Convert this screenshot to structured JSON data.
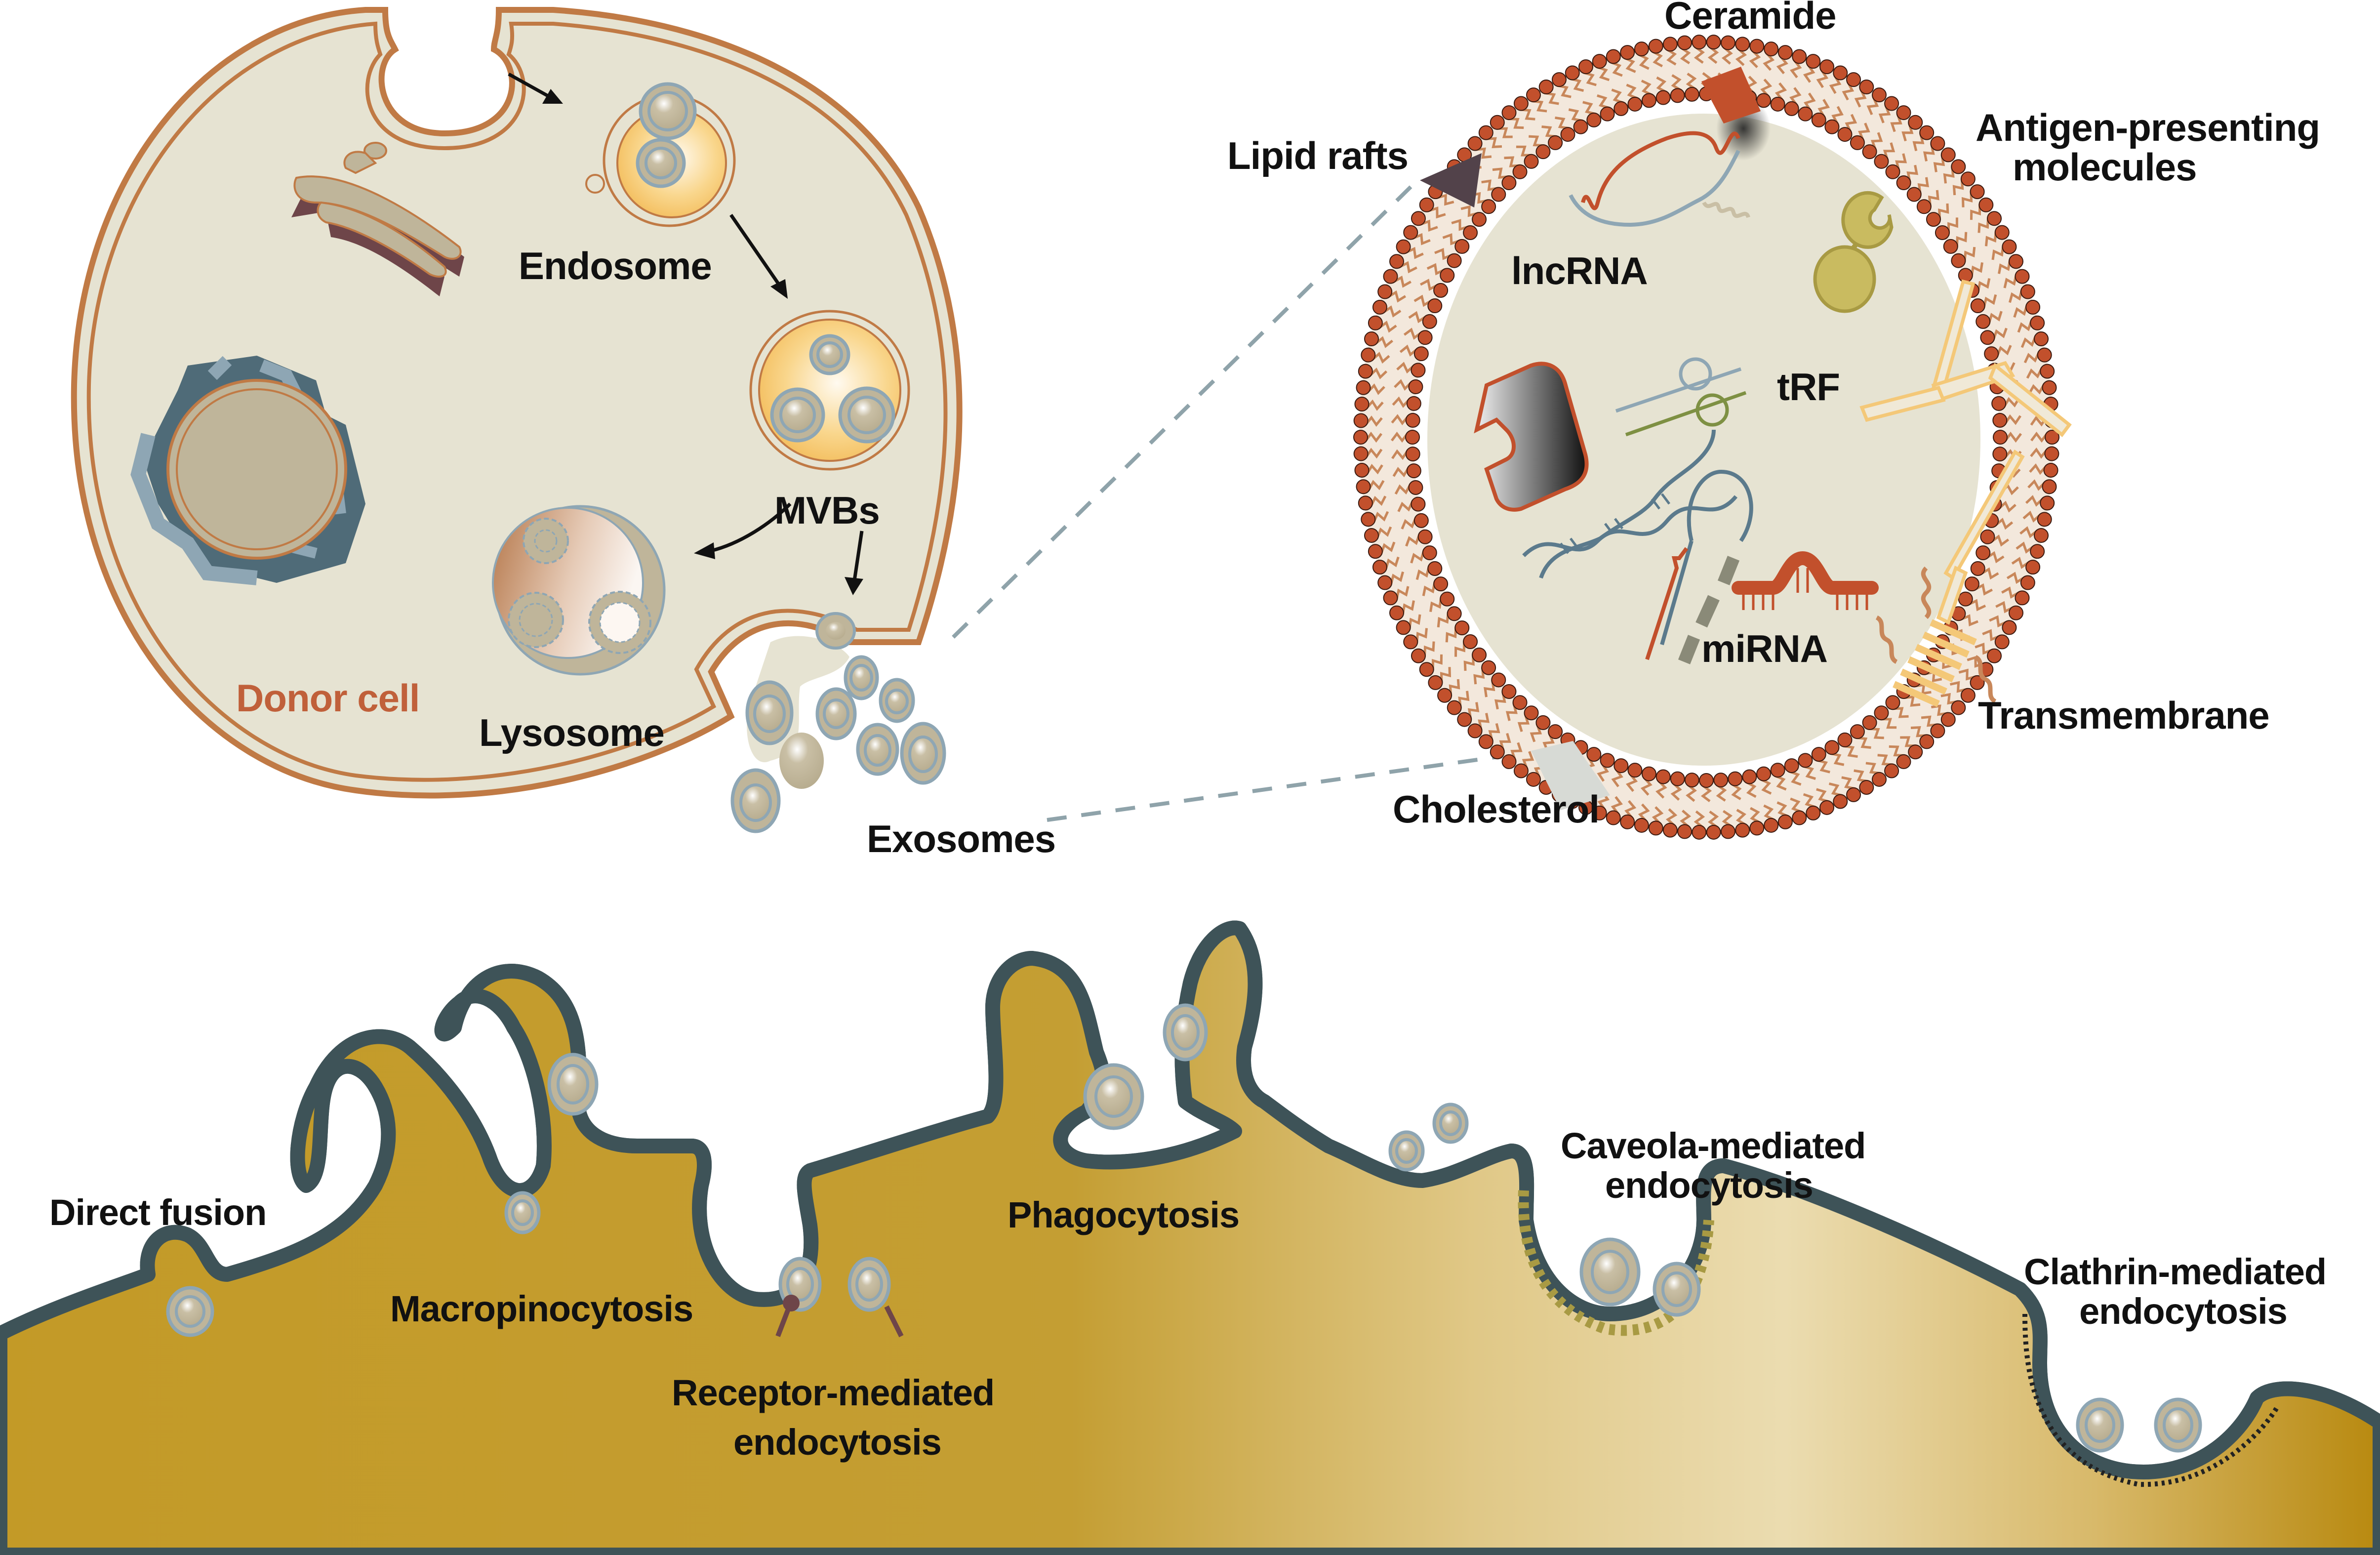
{
  "colors": {
    "cell_fill": "#e6e3d2",
    "cell_membrane": "#c07a45",
    "vesicle_fill": "#bfb59a",
    "vesicle_ring": "#8ea6b4",
    "endosome_fill": "#f6c46a",
    "bilayer_head": "#c2502c",
    "bilayer_tail": "#c8875a",
    "recipient_fill": "#c39a27",
    "recipient_light": "#e3cf8e",
    "membrane_line": "#3e5358",
    "membrane_inner": "#dfe5e0",
    "dashed_line": "#8fa3aa",
    "accent_orange": "#c0603a"
  },
  "biogenesis": {
    "cell_label": "Donor cell",
    "endosome_label": "Endosome",
    "mvb_label": "MVBs",
    "lysosome_label": "Lysosome",
    "exosomes_label": "Exosomes"
  },
  "composition": {
    "ceramide_label": "Ceramide",
    "lipid_rafts_label": "Lipid rafts",
    "antigen_label_line1": "Antigen-presenting",
    "antigen_label_line2": "molecules",
    "lncrna_label": "lncRNA",
    "trf_label": "tRF",
    "mirna_label": "miRNA",
    "transmembrane_label": "Transmembrane",
    "cholesterol_label": "Cholesterol"
  },
  "uptake": {
    "direct_fusion_label": "Direct fusion",
    "macropinocytosis_label": "Macropinocytosis",
    "receptor_label_line1": "Receptor-mediated",
    "receptor_label_line2": "endocytosis",
    "phagocytosis_label": "Phagocytosis",
    "caveola_label_line1": "Caveola-mediated",
    "caveola_label_line2": "endocytosis",
    "clathrin_label_line1": "Clathrin-mediated",
    "clathrin_label_line2": "endocytosis"
  }
}
